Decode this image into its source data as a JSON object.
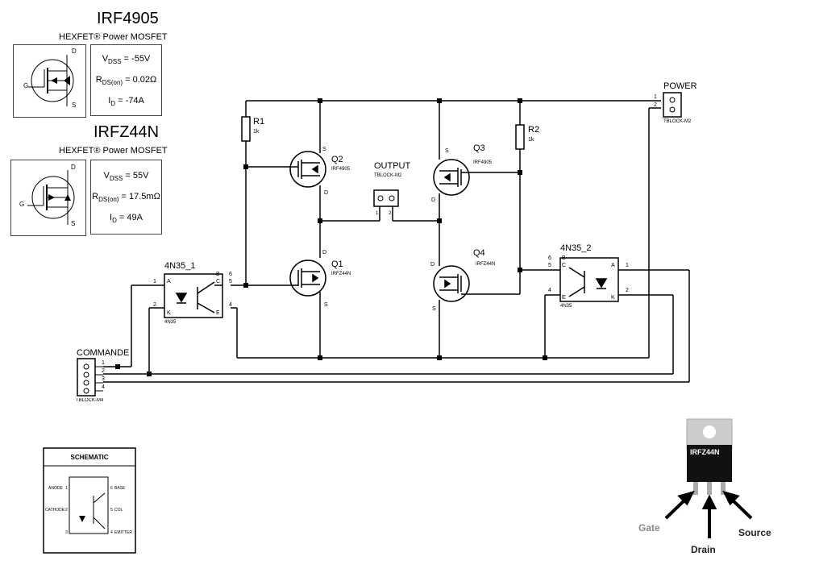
{
  "mosfet1": {
    "title": "IRF4905",
    "subtitle": "HEXFET® Power MOSFET",
    "spec1_pre": "V",
    "spec1_sub": "DSS",
    "spec1_val": " = -55V",
    "spec2_pre": "R",
    "spec2_sub": "DS(on)",
    "spec2_val": " = 0.02Ω",
    "spec3_pre": "I",
    "spec3_sub": "D",
    "spec3_val": " = -74A",
    "pin_d": "D",
    "pin_g": "G",
    "pin_s": "S"
  },
  "mosfet2": {
    "title": "IRFZ44N",
    "subtitle": "HEXFET® Power MOSFET",
    "spec1_pre": "V",
    "spec1_sub": "DSS",
    "spec1_val": " = 55V",
    "spec2_pre": "R",
    "spec2_sub": "DS(on)",
    "spec2_val": " = 17.5mΩ",
    "spec3_pre": "I",
    "spec3_sub": "D",
    "spec3_val": " = 49A",
    "pin_d": "D",
    "pin_g": "G",
    "pin_s": "S"
  },
  "circuit": {
    "r1": {
      "name": "R1",
      "value": "1k"
    },
    "r2": {
      "name": "R2",
      "value": "1k"
    },
    "q1": {
      "name": "Q1",
      "part": "IRFZ44N"
    },
    "q2": {
      "name": "Q2",
      "part": "IRF4905"
    },
    "q3": {
      "name": "Q3",
      "part": "IRF4905"
    },
    "q4": {
      "name": "Q4",
      "part": "IRFZ44N"
    },
    "pin_s": "S",
    "pin_d": "D",
    "output": {
      "name": "OUTPUT",
      "part": "TBLOCK-M2",
      "pin1": "1",
      "pin2": "2"
    },
    "power": {
      "name": "POWER",
      "part": "TBLOCK-M2",
      "pin1": "1",
      "pin2": "2"
    },
    "commande": {
      "name": "COMMANDE",
      "part": "TBLOCK-M4",
      "pins": [
        "1",
        "2",
        "3",
        "4"
      ]
    },
    "opto1": {
      "name": "4N35_1",
      "part": "4N35",
      "pin_a": "A",
      "pin_k": "K",
      "pin_b": "B",
      "pin_c": "C",
      "pin_e": "E",
      "num1": "1",
      "num2": "2",
      "num6": "6",
      "num5": "5",
      "num4": "4"
    },
    "opto2": {
      "name": "4N35_2",
      "part": "4N35",
      "pin_a": "A",
      "pin_k": "K",
      "pin_b": "B",
      "pin_c": "C",
      "pin_e": "E",
      "num1": "1",
      "num2": "2",
      "num6": "6",
      "num5": "5",
      "num4": "4"
    }
  },
  "schematic": {
    "title": "SCHEMATIC",
    "anode": "ANODE",
    "cathode": "CATHODE",
    "base": "BASE",
    "col": "COL",
    "emitter": "EMITTER",
    "n1": "1",
    "n2": "2",
    "n3": "3",
    "n4": "4",
    "n5": "5",
    "n6": "6"
  },
  "package": {
    "label": "IRFZ44N",
    "gate": "Gate",
    "drain": "Drain",
    "source": "Source"
  }
}
